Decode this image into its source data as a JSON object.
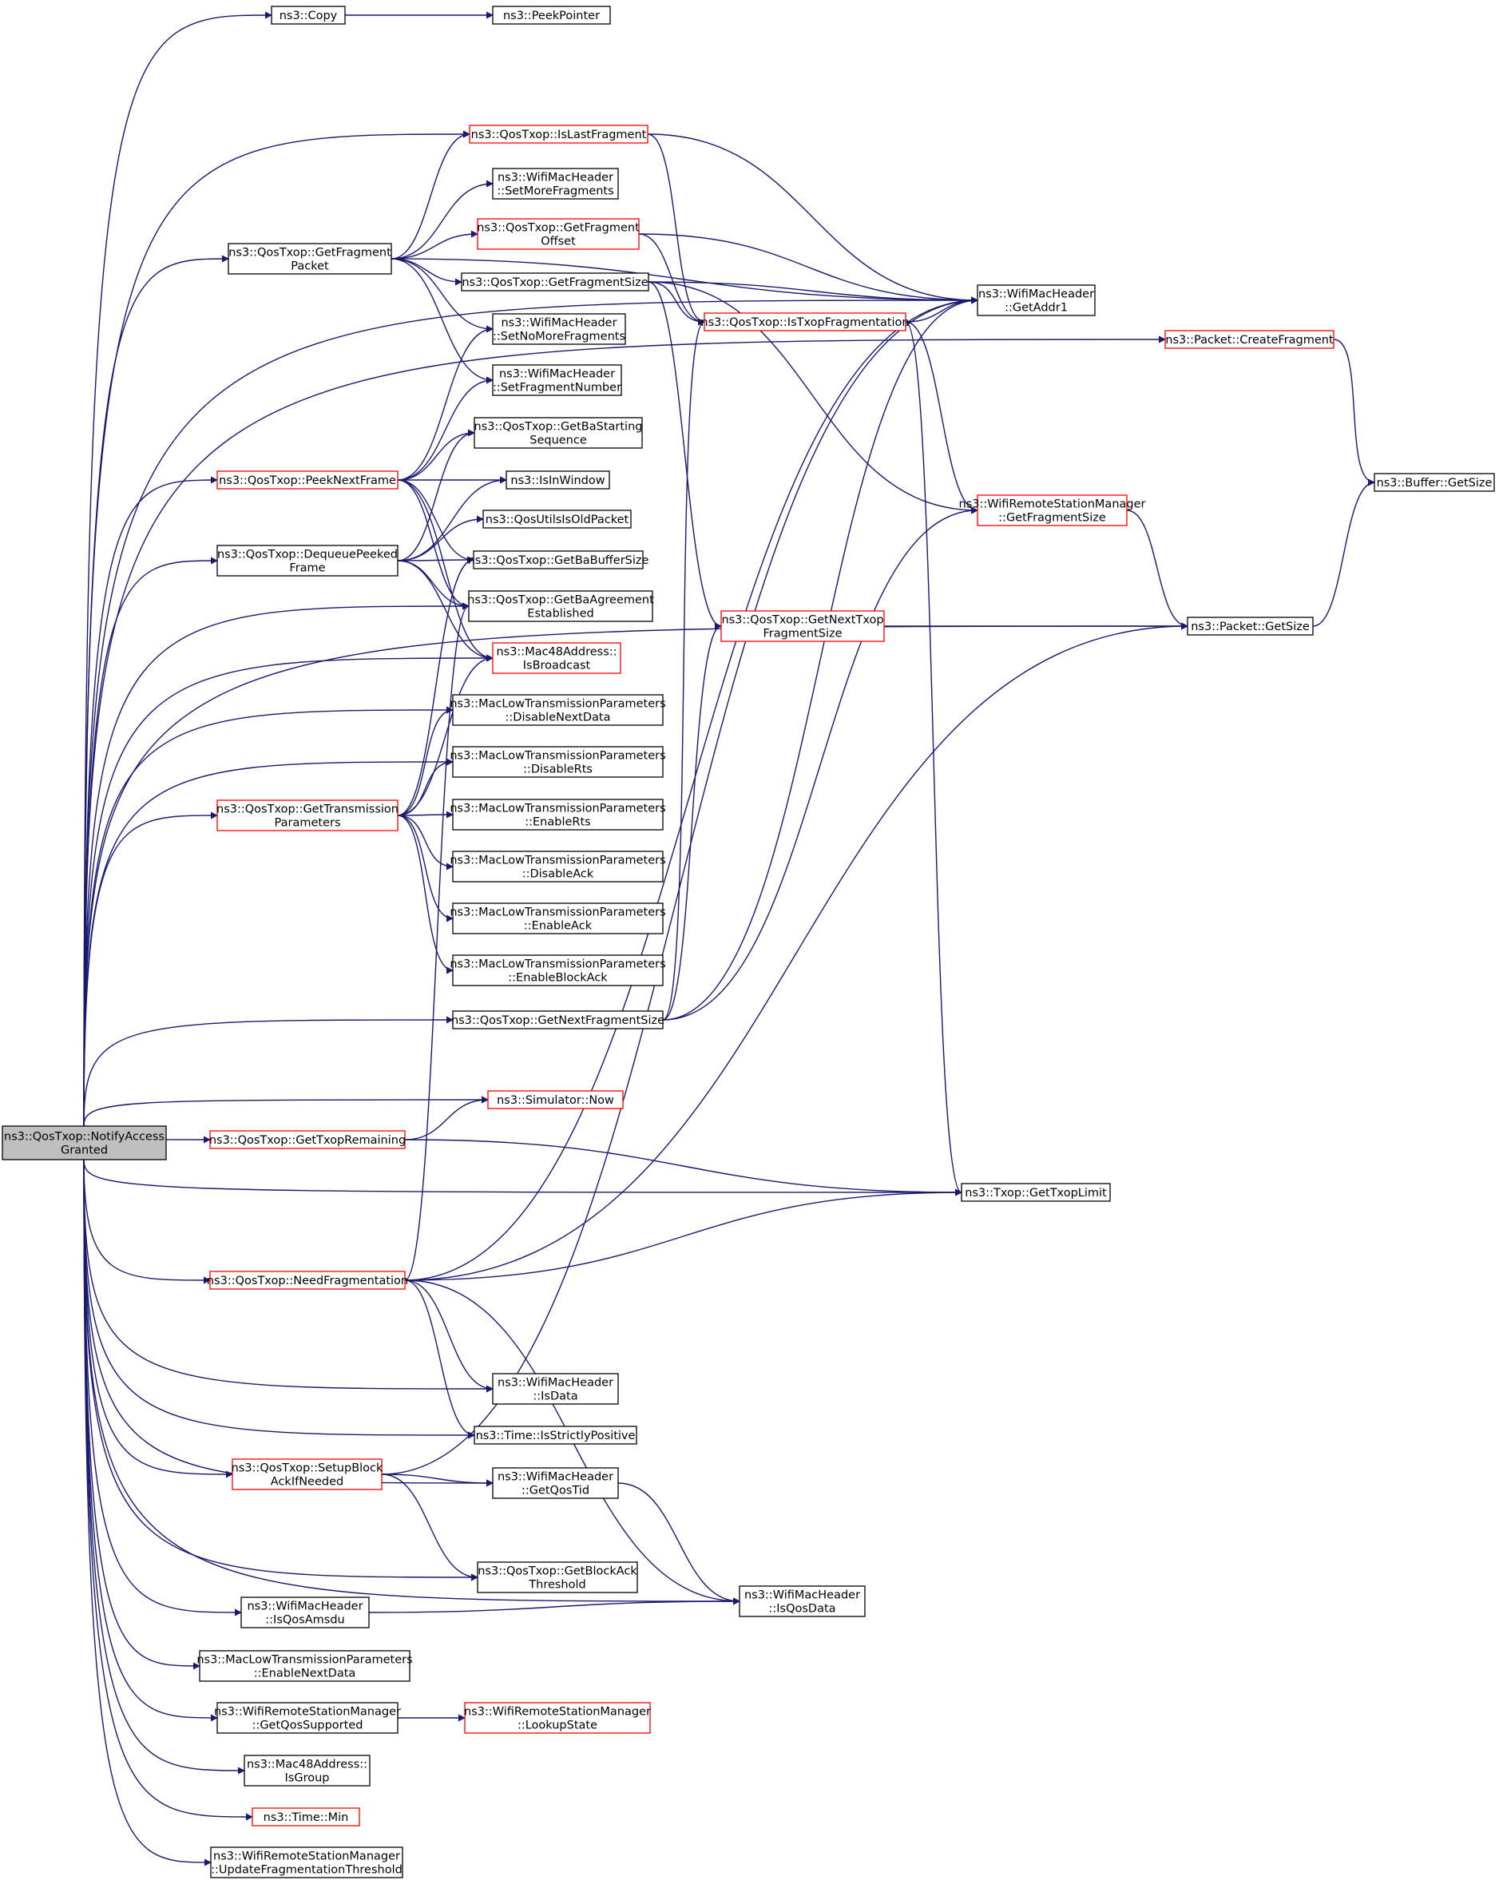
{
  "graph": {
    "title": "",
    "edge_color": "#191970",
    "truncated_border_color": "#ff0000",
    "root_fill_color": "#bfbfbf",
    "nodes": [
      {
        "id": "notify",
        "lines": [
          "ns3::QosTxop::NotifyAccess",
          "Granted"
        ],
        "root": true
      },
      {
        "id": "copy",
        "lines": [
          "ns3::Copy"
        ]
      },
      {
        "id": "peekptr",
        "lines": [
          "ns3::PeekPointer"
        ]
      },
      {
        "id": "islastfrag",
        "lines": [
          "ns3::QosTxop::IsLastFragment"
        ],
        "truncated": true
      },
      {
        "id": "setmorefrag",
        "lines": [
          "ns3::WifiMacHeader",
          "::SetMoreFragments"
        ]
      },
      {
        "id": "getfragpacket",
        "lines": [
          "ns3::QosTxop::GetFragment",
          "Packet"
        ]
      },
      {
        "id": "getfragoffset",
        "lines": [
          "ns3::QosTxop::GetFragment",
          "Offset"
        ],
        "truncated": true
      },
      {
        "id": "getfragsize",
        "lines": [
          "ns3::QosTxop::GetFragmentSize"
        ]
      },
      {
        "id": "istxopfrag",
        "lines": [
          "ns3::QosTxop::IsTxopFragmentation"
        ],
        "truncated": true
      },
      {
        "id": "getaddr1",
        "lines": [
          "ns3::WifiMacHeader",
          "::GetAddr1"
        ]
      },
      {
        "id": "createfrag",
        "lines": [
          "ns3::Packet::CreateFragment"
        ],
        "truncated": true
      },
      {
        "id": "setnomorefrag",
        "lines": [
          "ns3::WifiMacHeader",
          "::SetNoMoreFragments"
        ]
      },
      {
        "id": "setfragnum",
        "lines": [
          "ns3::WifiMacHeader",
          "::SetFragmentNumber"
        ]
      },
      {
        "id": "getbastartseq",
        "lines": [
          "ns3::QosTxop::GetBaStarting",
          "Sequence"
        ]
      },
      {
        "id": "peeknext",
        "lines": [
          "ns3::QosTxop::PeekNextFrame"
        ],
        "truncated": true
      },
      {
        "id": "isinwindow",
        "lines": [
          "ns3::IsInWindow"
        ]
      },
      {
        "id": "buffergetsize",
        "lines": [
          "ns3::Buffer::GetSize"
        ]
      },
      {
        "id": "getfragsizewrsm",
        "lines": [
          "ns3::WifiRemoteStationManager",
          "::GetFragmentSize"
        ],
        "truncated": true
      },
      {
        "id": "isoldpacket",
        "lines": [
          "ns3::QosUtilsIsOldPacket"
        ]
      },
      {
        "id": "dequeue",
        "lines": [
          "ns3::QosTxop::DequeuePeeked",
          "Frame"
        ]
      },
      {
        "id": "getbabuffersize",
        "lines": [
          "ns3::QosTxop::GetBaBufferSize"
        ]
      },
      {
        "id": "getbaagreement",
        "lines": [
          "ns3::QosTxop::GetBaAgreement",
          "Established"
        ]
      },
      {
        "id": "getnexttxopfrag",
        "lines": [
          "ns3::QosTxop::GetNextTxop",
          "FragmentSize"
        ],
        "truncated": true
      },
      {
        "id": "packetgetsize",
        "lines": [
          "ns3::Packet::GetSize"
        ]
      },
      {
        "id": "isbroadcast",
        "lines": [
          "ns3::Mac48Address::",
          "IsBroadcast"
        ],
        "truncated": true
      },
      {
        "id": "disablenextdata",
        "lines": [
          "ns3::MacLowTransmissionParameters",
          "::DisableNextData"
        ]
      },
      {
        "id": "disablerts",
        "lines": [
          "ns3::MacLowTransmissionParameters",
          "::DisableRts"
        ]
      },
      {
        "id": "gettxparams",
        "lines": [
          "ns3::QosTxop::GetTransmission",
          "Parameters"
        ],
        "truncated": true
      },
      {
        "id": "enablerts",
        "lines": [
          "ns3::MacLowTransmissionParameters",
          "::EnableRts"
        ]
      },
      {
        "id": "disableack",
        "lines": [
          "ns3::MacLowTransmissionParameters",
          "::DisableAck"
        ]
      },
      {
        "id": "enableack",
        "lines": [
          "ns3::MacLowTransmissionParameters",
          "::EnableAck"
        ]
      },
      {
        "id": "enableblockack",
        "lines": [
          "ns3::MacLowTransmissionParameters",
          "::EnableBlockAck"
        ]
      },
      {
        "id": "getnextfragsize",
        "lines": [
          "ns3::QosTxop::GetNextFragmentSize"
        ]
      },
      {
        "id": "simnow",
        "lines": [
          "ns3::Simulator::Now"
        ],
        "truncated": true
      },
      {
        "id": "gettxopremaining",
        "lines": [
          "ns3::QosTxop::GetTxopRemaining"
        ],
        "truncated": true
      },
      {
        "id": "gettxoplimit",
        "lines": [
          "ns3::Txop::GetTxopLimit"
        ]
      },
      {
        "id": "needfrag",
        "lines": [
          "ns3::QosTxop::NeedFragmentation"
        ],
        "truncated": true
      },
      {
        "id": "isdata",
        "lines": [
          "ns3::WifiMacHeader",
          "::IsData"
        ]
      },
      {
        "id": "isstrictlypos",
        "lines": [
          "ns3::Time::IsStrictlyPositive"
        ]
      },
      {
        "id": "setupblockack",
        "lines": [
          "ns3::QosTxop::SetupBlock",
          "AckIfNeeded"
        ],
        "truncated": true
      },
      {
        "id": "getqostid",
        "lines": [
          "ns3::WifiMacHeader",
          "::GetQosTid"
        ]
      },
      {
        "id": "getblockackthresh",
        "lines": [
          "ns3::QosTxop::GetBlockAck",
          "Threshold"
        ]
      },
      {
        "id": "isqosdata",
        "lines": [
          "ns3::WifiMacHeader",
          "::IsQosData"
        ]
      },
      {
        "id": "isqosamsdu",
        "lines": [
          "ns3::WifiMacHeader",
          "::IsQosAmsdu"
        ]
      },
      {
        "id": "enablenextdata",
        "lines": [
          "ns3::MacLowTransmissionParameters",
          "::EnableNextData"
        ]
      },
      {
        "id": "getqossupported",
        "lines": [
          "ns3::WifiRemoteStationManager",
          "::GetQosSupported"
        ]
      },
      {
        "id": "lookupstate",
        "lines": [
          "ns3::WifiRemoteStationManager",
          "::LookupState"
        ],
        "truncated": true
      },
      {
        "id": "isgroup",
        "lines": [
          "ns3::Mac48Address::",
          "IsGroup"
        ]
      },
      {
        "id": "timemin",
        "lines": [
          "ns3::Time::Min"
        ],
        "truncated": true
      },
      {
        "id": "updatefragthresh",
        "lines": [
          "ns3::WifiRemoteStationManager",
          "::UpdateFragmentationThreshold"
        ]
      }
    ],
    "edges": [
      [
        "notify",
        "copy"
      ],
      [
        "copy",
        "peekptr"
      ],
      [
        "notify",
        "getaddr1"
      ],
      [
        "notify",
        "islastfrag"
      ],
      [
        "notify",
        "createfrag"
      ],
      [
        "notify",
        "getfragpacket"
      ],
      [
        "getfragpacket",
        "islastfrag"
      ],
      [
        "getfragpacket",
        "setmorefrag"
      ],
      [
        "getfragpacket",
        "getfragoffset"
      ],
      [
        "getfragpacket",
        "getfragsize"
      ],
      [
        "getfragpacket",
        "setnomorefrag"
      ],
      [
        "getfragpacket",
        "setfragnum"
      ],
      [
        "getfragpacket",
        "getaddr1"
      ],
      [
        "islastfrag",
        "getaddr1"
      ],
      [
        "islastfrag",
        "istxopfrag"
      ],
      [
        "getfragoffset",
        "getaddr1"
      ],
      [
        "getfragoffset",
        "istxopfrag"
      ],
      [
        "getfragsize",
        "getaddr1"
      ],
      [
        "getfragsize",
        "istxopfrag"
      ],
      [
        "getfragsize",
        "getfragsizewrsm"
      ],
      [
        "getfragsize",
        "getnexttxopfrag"
      ],
      [
        "istxopfrag",
        "getaddr1"
      ],
      [
        "istxopfrag",
        "getfragsizewrsm"
      ],
      [
        "istxopfrag",
        "gettxoplimit"
      ],
      [
        "createfrag",
        "buffergetsize"
      ],
      [
        "getfragsizewrsm",
        "packetgetsize"
      ],
      [
        "getnexttxopfrag",
        "packetgetsize"
      ],
      [
        "packetgetsize",
        "buffergetsize"
      ],
      [
        "notify",
        "peeknext"
      ],
      [
        "peeknext",
        "setnomorefrag"
      ],
      [
        "peeknext",
        "setfragnum"
      ],
      [
        "peeknext",
        "getbastartseq"
      ],
      [
        "peeknext",
        "isinwindow"
      ],
      [
        "peeknext",
        "getbabuffersize"
      ],
      [
        "peeknext",
        "getbaagreement"
      ],
      [
        "peeknext",
        "isbroadcast"
      ],
      [
        "notify",
        "dequeue"
      ],
      [
        "dequeue",
        "getbastartseq"
      ],
      [
        "dequeue",
        "isinwindow"
      ],
      [
        "dequeue",
        "isoldpacket"
      ],
      [
        "dequeue",
        "getbabuffersize"
      ],
      [
        "dequeue",
        "getbaagreement"
      ],
      [
        "dequeue",
        "isbroadcast"
      ],
      [
        "notify",
        "getbaagreement"
      ],
      [
        "notify",
        "isbroadcast"
      ],
      [
        "notify",
        "disablenextdata"
      ],
      [
        "notify",
        "disablerts"
      ],
      [
        "notify",
        "gettxparams"
      ],
      [
        "gettxparams",
        "getbabuffersize"
      ],
      [
        "gettxparams",
        "isbroadcast"
      ],
      [
        "gettxparams",
        "disablenextdata"
      ],
      [
        "gettxparams",
        "disablerts"
      ],
      [
        "gettxparams",
        "enablerts"
      ],
      [
        "gettxparams",
        "disableack"
      ],
      [
        "gettxparams",
        "enableack"
      ],
      [
        "gettxparams",
        "enableblockack"
      ],
      [
        "notify",
        "getnextfragsize"
      ],
      [
        "getnextfragsize",
        "istxopfrag"
      ],
      [
        "getnextfragsize",
        "getnexttxopfrag"
      ],
      [
        "getnextfragsize",
        "getaddr1"
      ],
      [
        "getnextfragsize",
        "getfragsizewrsm"
      ],
      [
        "notify",
        "packetgetsize"
      ],
      [
        "notify",
        "simnow"
      ],
      [
        "notify",
        "gettxopremaining"
      ],
      [
        "gettxopremaining",
        "simnow"
      ],
      [
        "gettxopremaining",
        "gettxoplimit"
      ],
      [
        "notify",
        "gettxoplimit"
      ],
      [
        "notify",
        "needfrag"
      ],
      [
        "needfrag",
        "getbaagreement"
      ],
      [
        "needfrag",
        "getaddr1"
      ],
      [
        "needfrag",
        "gettxoplimit"
      ],
      [
        "needfrag",
        "packetgetsize"
      ],
      [
        "needfrag",
        "isdata"
      ],
      [
        "needfrag",
        "isstrictlypos"
      ],
      [
        "needfrag",
        "isqosdata"
      ],
      [
        "notify",
        "isdata"
      ],
      [
        "notify",
        "isstrictlypos"
      ],
      [
        "notify",
        "setupblockack"
      ],
      [
        "setupblockack",
        "getqostid"
      ],
      [
        "setupblockack",
        "getblockackthresh"
      ],
      [
        "setupblockack",
        "getaddr1"
      ],
      [
        "notify",
        "getqostid"
      ],
      [
        "notify",
        "getblockackthresh"
      ],
      [
        "getqostid",
        "isqosdata"
      ],
      [
        "notify",
        "isqosdata"
      ],
      [
        "notify",
        "isqosamsdu"
      ],
      [
        "isqosamsdu",
        "isqosdata"
      ],
      [
        "notify",
        "enablenextdata"
      ],
      [
        "notify",
        "getqossupported"
      ],
      [
        "getqossupported",
        "lookupstate"
      ],
      [
        "notify",
        "isgroup"
      ],
      [
        "notify",
        "timemin"
      ],
      [
        "notify",
        "updatefragthresh"
      ]
    ]
  }
}
